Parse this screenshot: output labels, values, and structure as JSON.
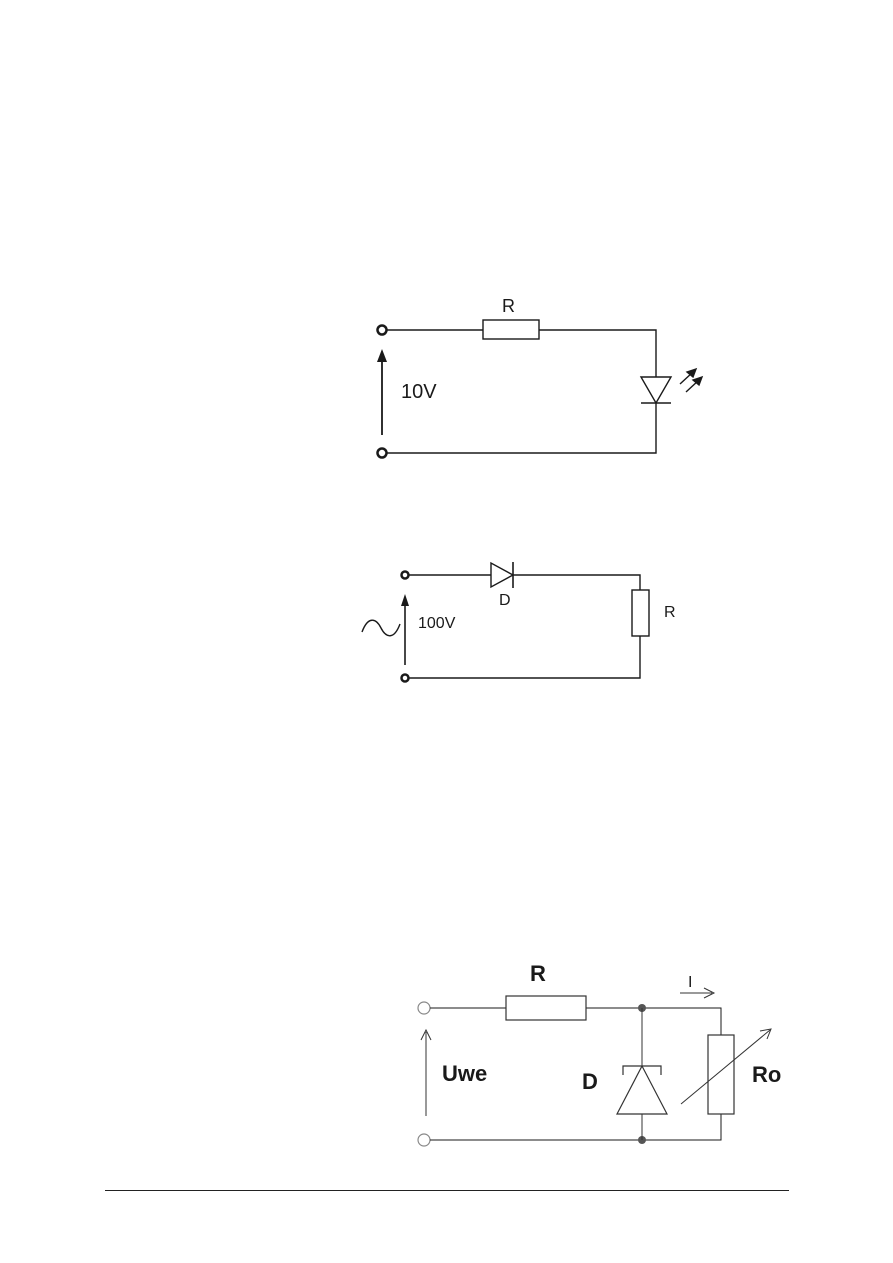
{
  "circuit1": {
    "resistor_label": "R",
    "voltage_label": "10V"
  },
  "circuit2": {
    "diode_label": "D",
    "resistor_label": "R",
    "voltage_label": "100V"
  },
  "circuit3": {
    "resistor_label": "R",
    "current_label": "I",
    "input_voltage_label": "Uwe",
    "diode_label": "D",
    "load_label": "Ro"
  }
}
